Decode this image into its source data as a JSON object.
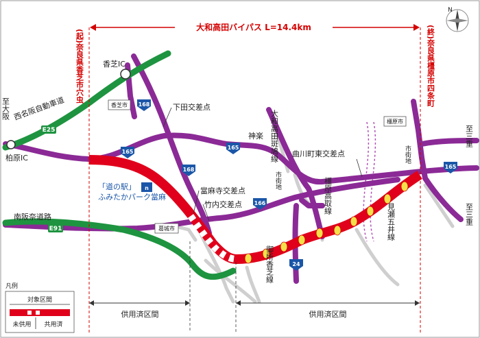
{
  "title": "大和高田バイパス L=14.4km",
  "start_label": "(起)奈良県香芝市穴虫",
  "end_label": "(終)奈良県橿原市四条町",
  "places": {
    "to_osaka": "至大阪",
    "to_mie_top": "至三重",
    "to_mie_bottom": "至三重",
    "kashiwara_ic": "柏原IC",
    "kashiba_ic": "香芝IC",
    "kashiba_city": "香芝市",
    "shimoda": "下田交差点",
    "kamiraku": "神楽",
    "kashihara_city": "橿原市",
    "soganogawa": "曲川町東交差点",
    "taimadera": "當麻寺交差点",
    "takenouchi": "竹内交差点",
    "katsuragi_city": "葛城市",
    "michinoeki_1": "「道の駅」",
    "michinoeki_2": "ふみたかパーク當麻",
    "shigaichi_1": "市街地",
    "shigaichi_2": "市街地"
  },
  "roads": {
    "nishimeihan": "西名阪自動車道",
    "minami_hanna": "南阪奈道路",
    "e25": "E25",
    "e91": "E91",
    "r165": "165",
    "r166": "166",
    "r168": "168",
    "r24": "24",
    "yamato_takada_line": "大和高田斑鳩線",
    "kashihara_takatori_line": "橿原高取線",
    "gose_kashiba_line": "御所香芝線",
    "mise_goi_line": "見瀬五井線"
  },
  "spans": {
    "left": "供用済区間",
    "right": "供用済区間"
  },
  "legend": {
    "title": "凡例",
    "target": "対象区間",
    "unused": "未供用",
    "shared": "共用済"
  },
  "colors": {
    "purple": "#8b2a96",
    "green": "#1e9440",
    "red": "#e0001b",
    "yellow": "#f5e04a",
    "gray": "#c9c9c9"
  }
}
